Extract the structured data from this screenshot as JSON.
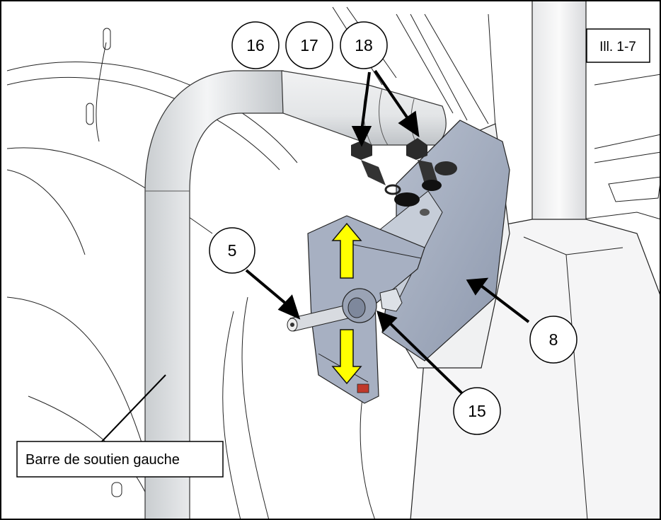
{
  "figure": {
    "label": "Ill. 1-7",
    "callouts": {
      "c16": "16",
      "c17": "17",
      "c18": "18",
      "c5": "5",
      "c8": "8",
      "c15": "15"
    },
    "part_label": "Barre de soutien gauche"
  },
  "colors": {
    "line": "#000000",
    "arrow_yellow": "#ffff00",
    "tube": "#e9ebec",
    "bracket": "#a8b2c4",
    "plate": "#9aa5b9"
  }
}
